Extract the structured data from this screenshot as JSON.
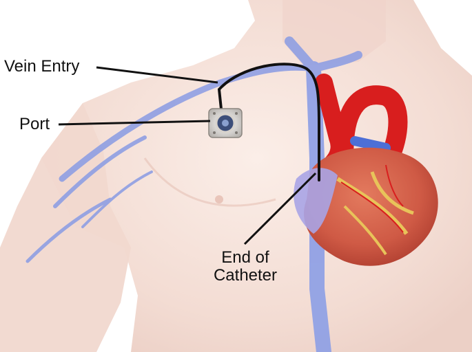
{
  "labels": {
    "vein_entry": "Vein Entry",
    "port": "Port",
    "end_line1": "End of",
    "end_line2": "Catheter"
  },
  "colors": {
    "skin": "#f6e0d8",
    "vein": "#8f9fe3",
    "artery": "#d81e1e",
    "heart_muscle": "#d4614a",
    "coronary_fat": "#e8c35a",
    "catheter": "#111111"
  }
}
